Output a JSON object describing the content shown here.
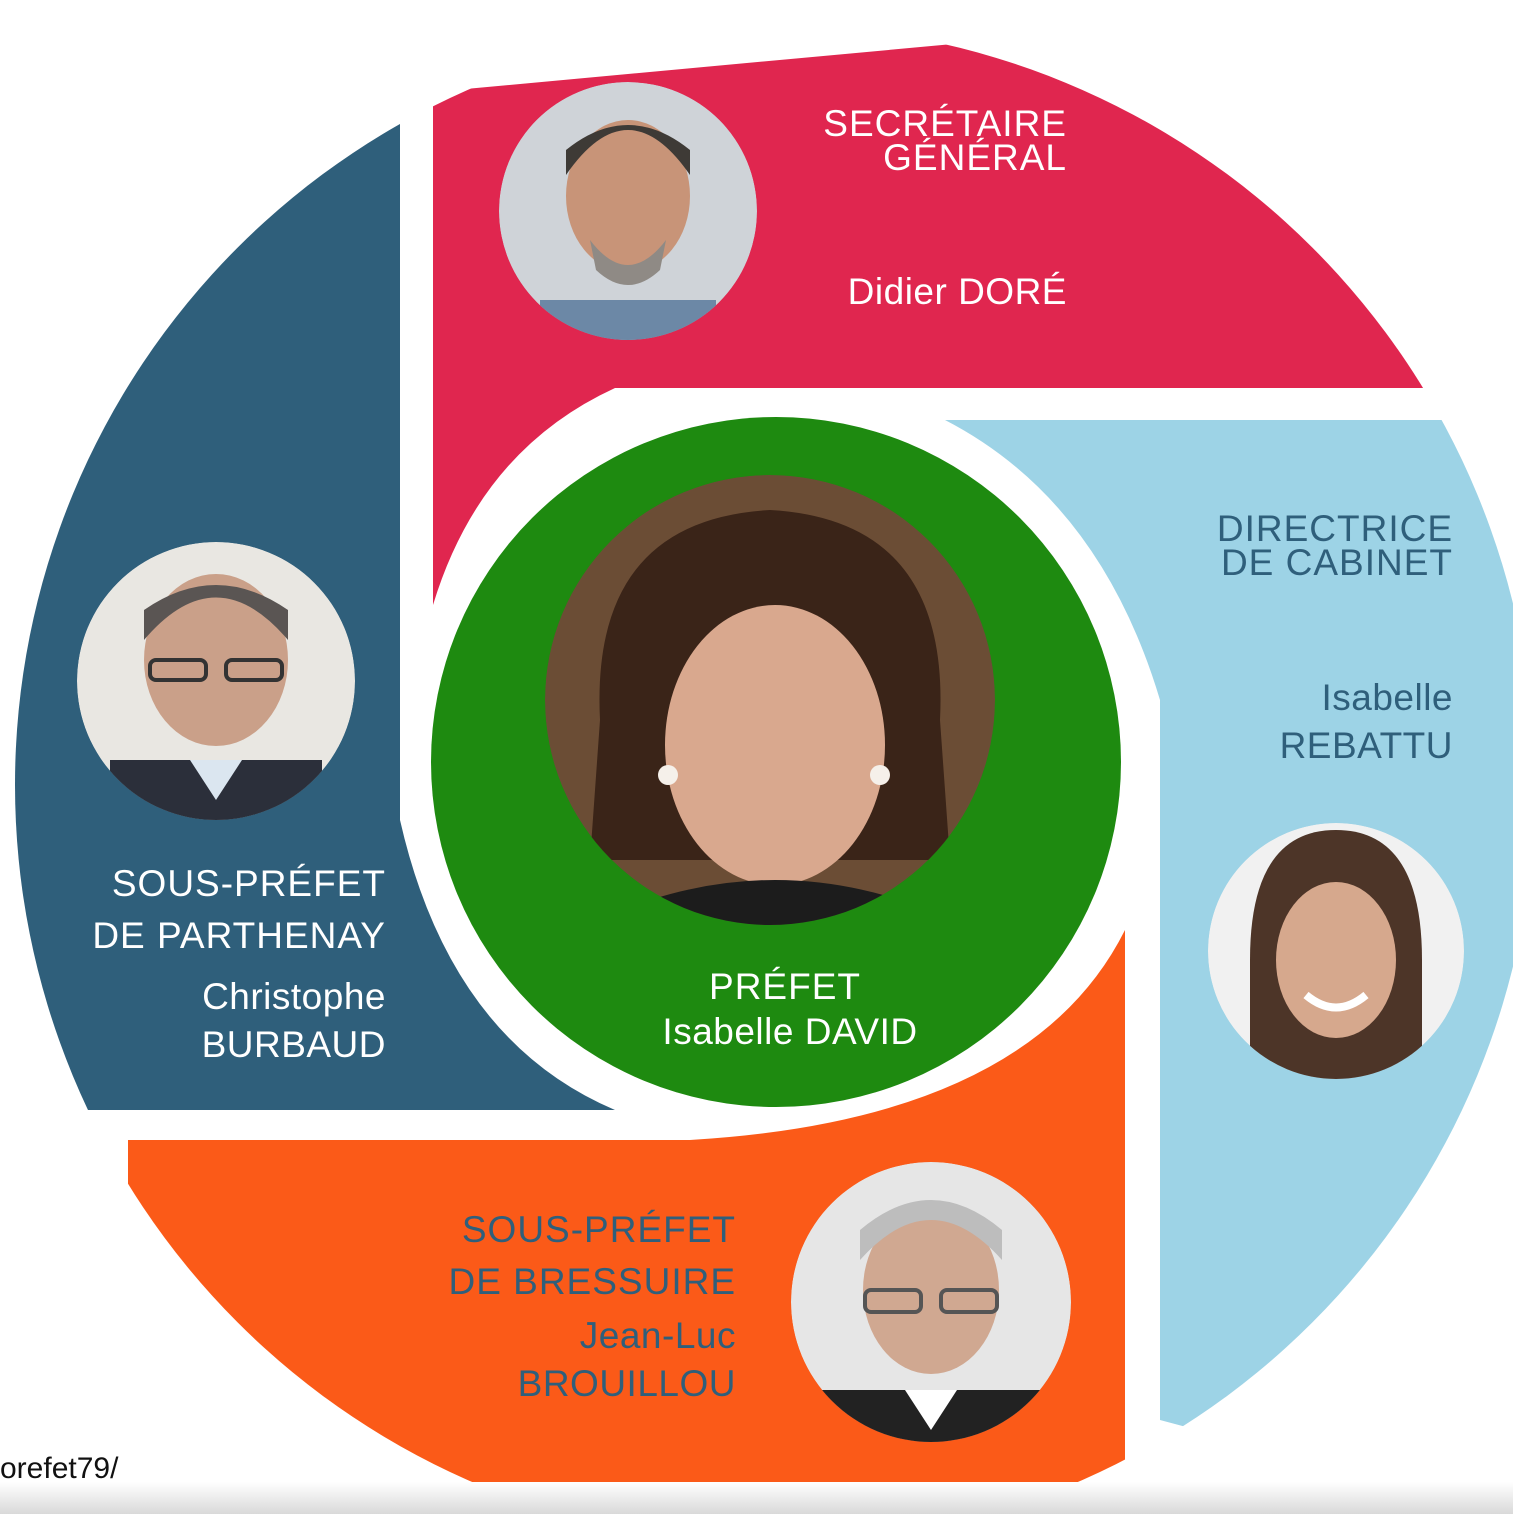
{
  "colors": {
    "secretaire": "#e0264f",
    "directrice": "#9dd3e6",
    "bressuire": "#fb5a18",
    "parthenay": "#2f5f7b",
    "prefet": "#1e8a10"
  },
  "secretaire": {
    "title": "SECRÉTAIRE\nGÉNÉRAL",
    "name": "Didier DORÉ",
    "photo": "man-portrait"
  },
  "directrice": {
    "title": "DIRECTRICE\nDE CABINET",
    "name": "Isabelle\nREBATTU",
    "photo": "woman-portrait"
  },
  "bressuire": {
    "title": "SOUS-PRÉFET\nDE BRESSUIRE",
    "name": "Jean-Luc\nBROUILLOU",
    "photo": "man-portrait"
  },
  "parthenay": {
    "title": "SOUS-PRÉFET\nDE PARTHENAY",
    "name": "Christophe\nBURBAUD",
    "photo": "man-portrait"
  },
  "prefet": {
    "title": "PRÉFET",
    "name": "Isabelle DAVID",
    "photo": "woman-portrait"
  },
  "footer": {
    "url": "orefet79/"
  }
}
